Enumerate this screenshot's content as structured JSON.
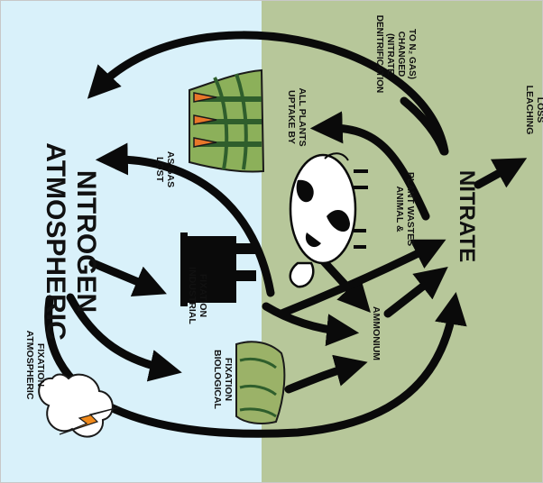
{
  "colors": {
    "sky": "#d9f1fa",
    "ground": "#b7c79a",
    "arrow": "#0a0a0a",
    "frame": "#c8c8c8",
    "cloud": "#ffffff",
    "lightning": "#f08a1c",
    "carrot": "#e8772a",
    "leaf": "#3d7a3a",
    "plant_green": "#8cb05a"
  },
  "labels": {
    "atmospheric_nitrogen_1": "ATMOSPHERIC",
    "atmospheric_nitrogen_2": "NITROGEN",
    "atmospheric_fixation_1": "ATMOSPHERIC",
    "atmospheric_fixation_2": "FIXATION",
    "lost_as_gas_1": "LOST",
    "lost_as_gas_2": "AS GAS",
    "industrial_fixation_1": "INDUSTRIAL",
    "industrial_fixation_2": "FIXATION",
    "biological_fixation_1": "BIOLOGICAL",
    "biological_fixation_2": "FIXATION",
    "uptake_1": "UPTAKE BY",
    "uptake_2": "ALL PLANTS",
    "denitrification_1": "DENITRIFICATION",
    "denitrification_2": "(NITRATE",
    "denitrification_3": "CHANGED",
    "denitrification_4": "TO N₂ GAS)",
    "animal_wastes_1": "ANIMAL &",
    "animal_wastes_2": "PLANT WASTES",
    "ammonium": "AMMONIUM",
    "nitrate": "NITRATE",
    "leaching_1": "LEACHING",
    "leaching_2": "LOSS"
  }
}
